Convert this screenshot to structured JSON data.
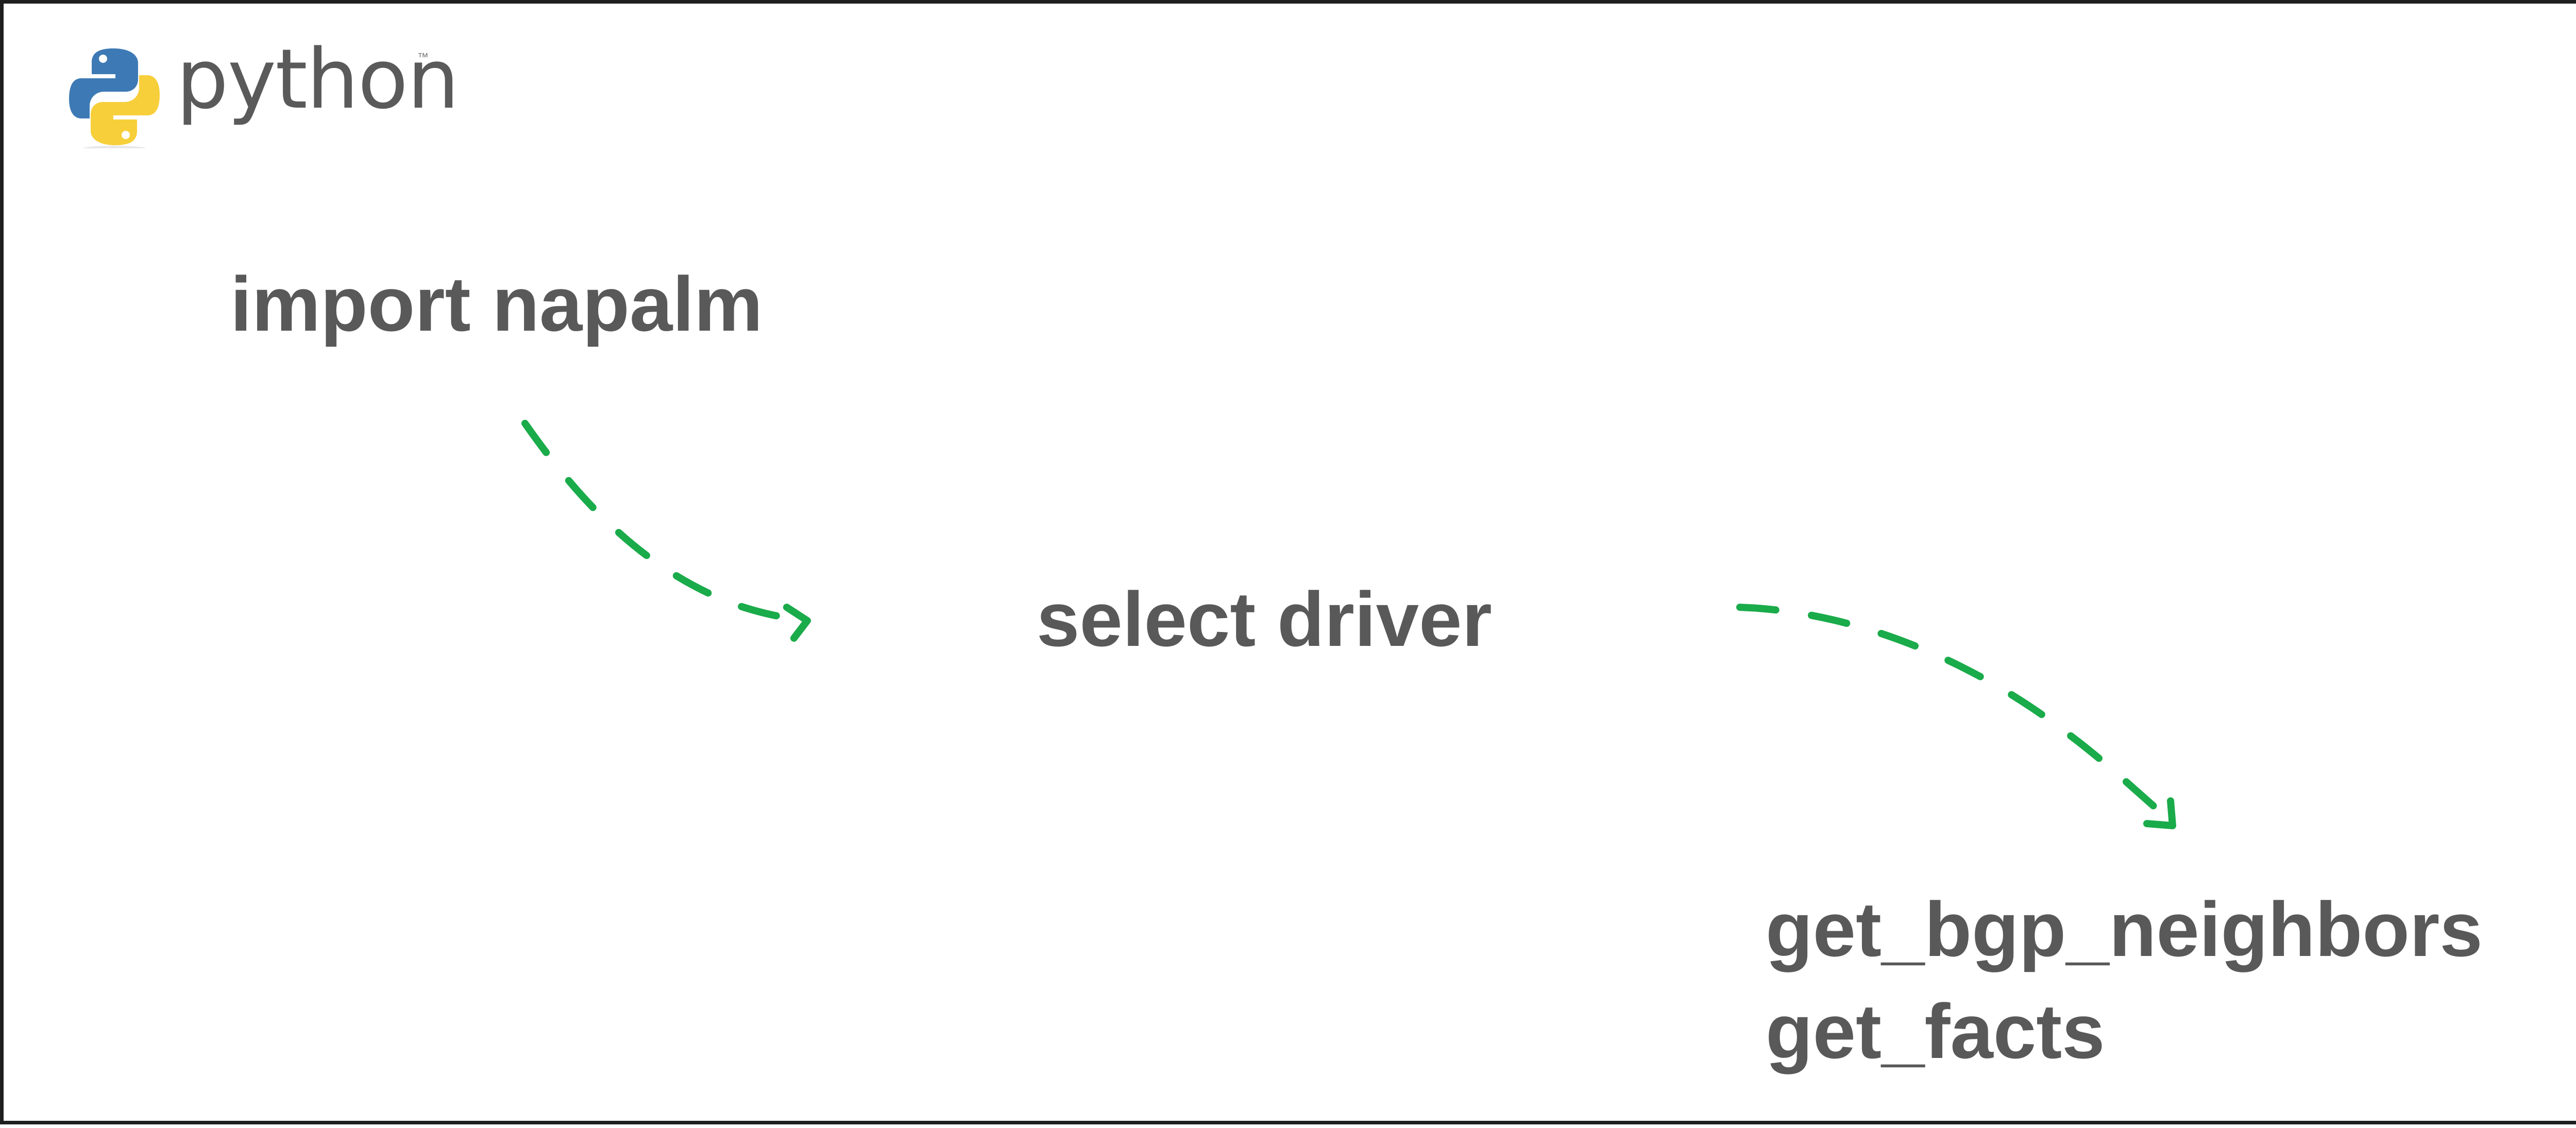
{
  "logo": {
    "text": "python",
    "trademark": "™",
    "icon": "python-snake-icon"
  },
  "steps": {
    "import": "import napalm",
    "select": "select driver",
    "methods": [
      "get_bgp_neighbors",
      "get_facts"
    ]
  },
  "colors": {
    "text": "#595959",
    "arrow": "#1aab4a",
    "border": "#1f1f1f",
    "python_blue": "#3d7ab5",
    "python_yellow": "#f7cf3b"
  },
  "connectors": [
    {
      "from": "import napalm",
      "to": "select driver",
      "style": "dashed-arrow"
    },
    {
      "from": "select driver",
      "to": "get_bgp_neighbors",
      "style": "dashed-arrow"
    }
  ]
}
